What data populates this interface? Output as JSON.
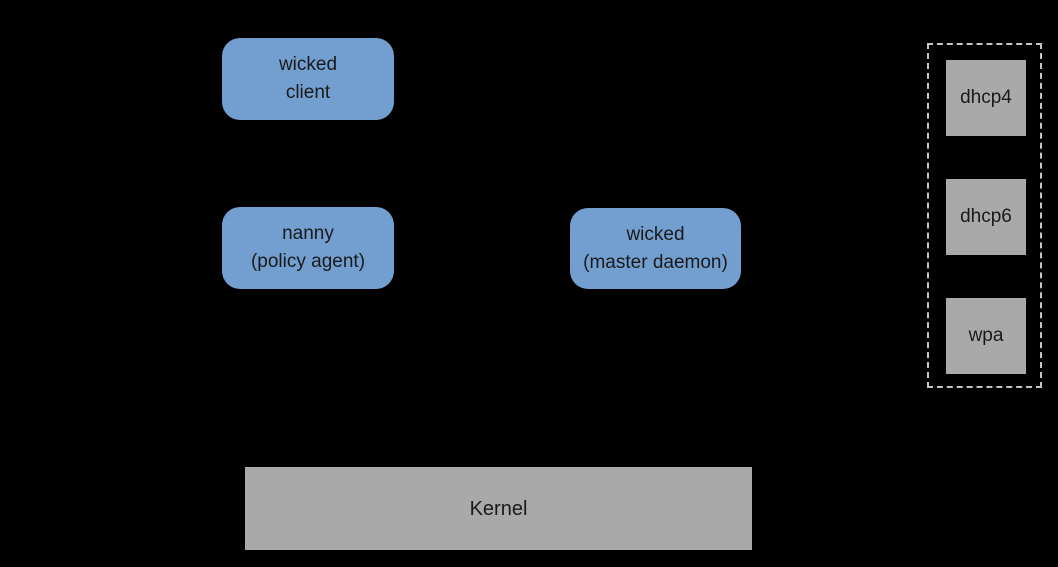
{
  "canvas": {
    "background": "#000000"
  },
  "colors": {
    "daemon_node_fill": "#729FCF",
    "system_node_fill": "#A9A9A9",
    "label_text": "#1A1A1A",
    "supplicants_border": "#C6C6C6"
  },
  "diagram": {
    "wicked_client": {
      "line1": "wicked",
      "line2": "client"
    },
    "nanny": {
      "line1": "nanny",
      "line2": "(policy agent)"
    },
    "wicked_master": {
      "line1": "wicked",
      "line2": "(master daemon)"
    },
    "supplicants": {
      "dhcp4": {
        "label": "dhcp4"
      },
      "dhcp6": {
        "label": "dhcp6"
      },
      "wpa": {
        "label": "wpa"
      }
    },
    "kernel": {
      "label": "Kernel"
    }
  }
}
